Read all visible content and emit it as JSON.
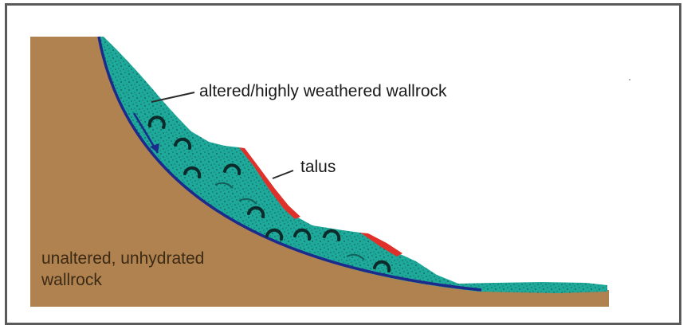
{
  "diagram": {
    "labels": {
      "altered": "altered/highly weathered wallrock",
      "talus": "talus",
      "unaltered_line1": "unaltered, unhydrated",
      "unaltered_line2": "wallrock"
    },
    "colors": {
      "bedrock": "#b0824f",
      "weathered_rock": "#1fa99b",
      "failure_surface": "#1c2a8c",
      "talus": "#e0302a",
      "leader": "#2a2a2a",
      "frame": "#5a5a5a"
    },
    "icons": [
      "rotation-arrow-icon",
      "movement-arrow-icon"
    ]
  }
}
